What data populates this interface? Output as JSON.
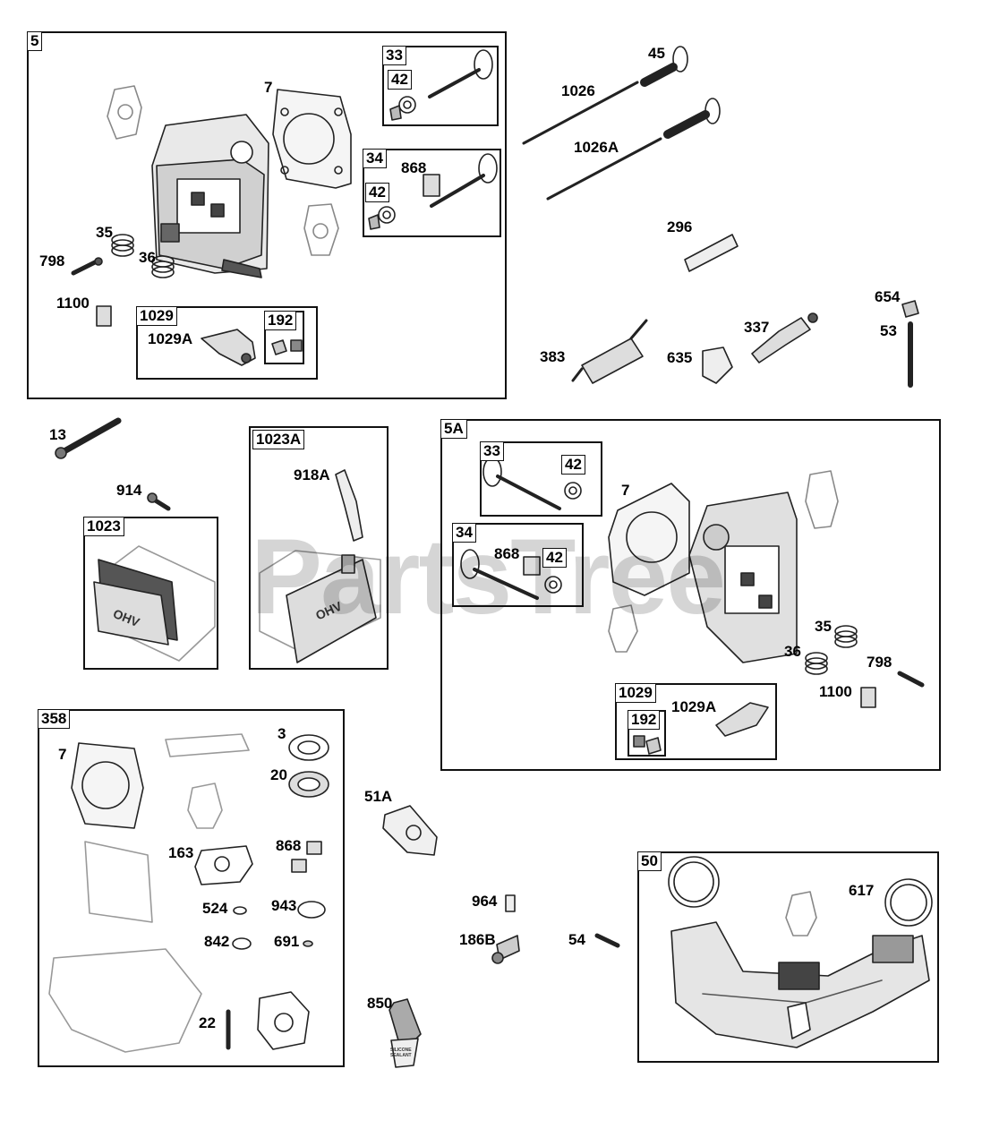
{
  "watermark": "PartsTree",
  "groups": {
    "g5": "5",
    "g33a": "33",
    "g42a": "42",
    "g34a": "34",
    "g42b": "42",
    "g1029a": "1029",
    "g192a": "192",
    "g1023A": "1023A",
    "g1023": "1023",
    "g5A": "5A",
    "g33b": "33",
    "g42c": "42",
    "g34b": "34",
    "g42d": "42",
    "g1029b": "1029",
    "g192b": "192",
    "g358": "358",
    "g50": "50"
  },
  "labels": {
    "l7a": "7",
    "l868a": "868",
    "l35a": "35",
    "l36a": "36",
    "l798a": "798",
    "l1100a": "1100",
    "l1029Aa": "1029A",
    "l45": "45",
    "l1026": "1026",
    "l1026A": "1026A",
    "l296": "296",
    "l654": "654",
    "l53": "53",
    "l337": "337",
    "l383": "383",
    "l635": "635",
    "l13": "13",
    "l914": "914",
    "l918A": "918A",
    "l7b": "7",
    "l868b": "868",
    "l35b": "35",
    "l36b": "36",
    "l798b": "798",
    "l1100b": "1100",
    "l1029Ab": "1029A",
    "l7c": "7",
    "l3": "3",
    "l20": "20",
    "l163": "163",
    "l868c": "868",
    "l524": "524",
    "l943": "943",
    "l842": "842",
    "l691": "691",
    "l22": "22",
    "l51A": "51A",
    "l964": "964",
    "l186B": "186B",
    "l850": "850",
    "l54": "54",
    "l617": "617"
  },
  "art_text": {
    "ohv": "OHV",
    "tube_brand": "SILICONE SEALANT"
  }
}
